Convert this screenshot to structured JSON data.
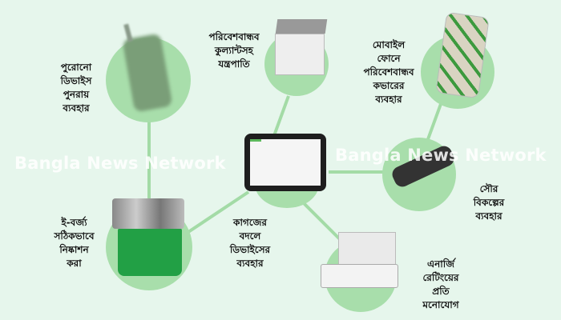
{
  "diagram": {
    "center": {
      "label": "tablet-device"
    },
    "nodes": [
      {
        "id": "reuse",
        "label": "পুরোনো\nডিভাইস\nপুনরায়\nব্যবহার"
      },
      {
        "id": "eco-coolant",
        "label": "পরিবেশবান্ধব\nকুল্যান্টসহ\nযন্ত্রপাতি"
      },
      {
        "id": "eco-cover",
        "label": "মোবাইল\nফোনে\nপরিবেশবান্ধব\nকভারের\nব্যবহার"
      },
      {
        "id": "solar",
        "label": "সৌর\nবিকল্পের\nব্যবহার"
      },
      {
        "id": "energy-rating",
        "label": "এনার্জি\nরেটিংয়ের\nপ্রতি\nমনোযোগ"
      },
      {
        "id": "paperless",
        "label": "কাগজের\nবদলে\nডিভাইসের\nব্যবহার"
      },
      {
        "id": "ewaste",
        "label": "ই-বর্জ্য\nসঠিকভাবে\nনিষ্কাশন\nকরা"
      }
    ]
  },
  "watermarks": [
    "Bangla News Network",
    "Bangla News Network"
  ],
  "colors": {
    "background": "#e6f6ec",
    "circle": "#a8deab",
    "line": "#a8deab",
    "basket": "#22a045"
  }
}
